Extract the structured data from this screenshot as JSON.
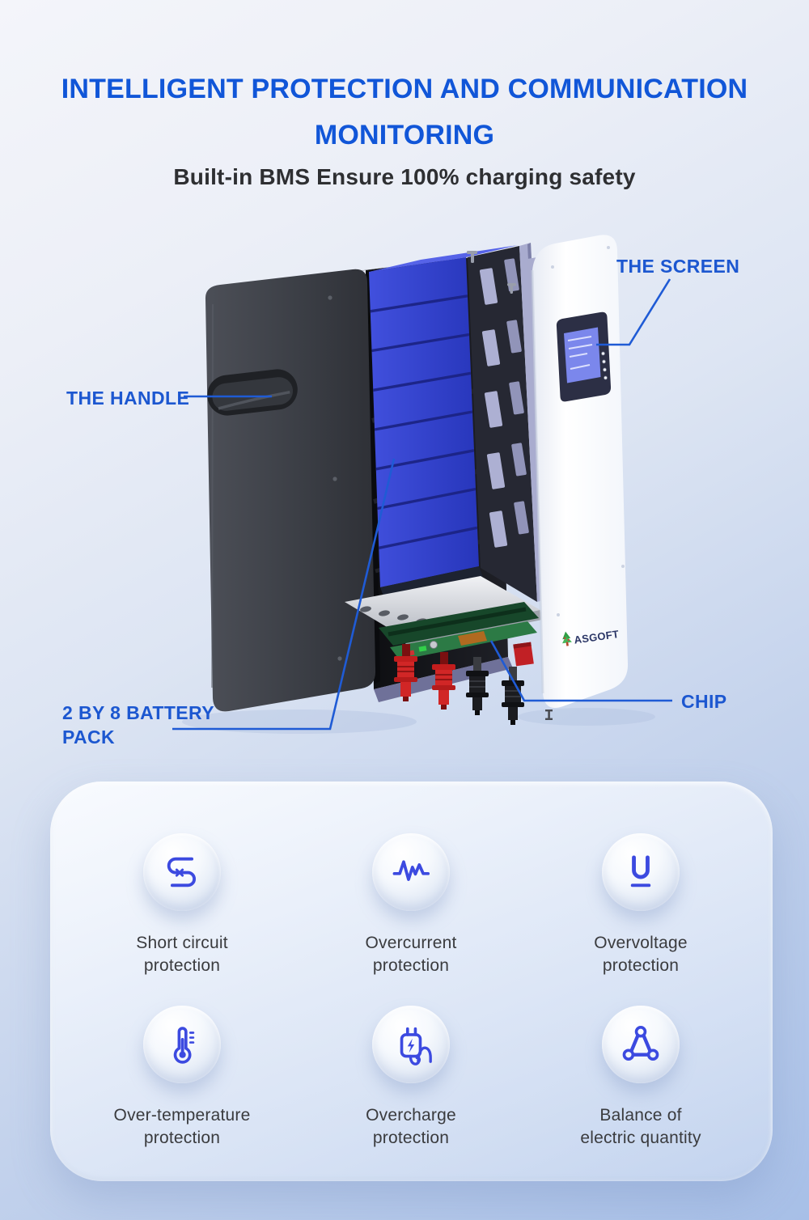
{
  "header": {
    "title_line1": "INTELLIGENT PROTECTION AND COMMUNICATION",
    "title_line2": "MONITORING",
    "subtitle": "Built-in BMS Ensure 100% charging safety"
  },
  "callouts": {
    "screen": {
      "label": "THE SCREEN"
    },
    "handle": {
      "label": "THE HANDLE"
    },
    "battery": {
      "line1": "2 BY 8 BATTERY",
      "line2": "PACK"
    },
    "chip": {
      "label": "CHIP"
    }
  },
  "device": {
    "brand": "ASGOFT"
  },
  "features": [
    {
      "icon": "short-circuit-icon",
      "line1": "Short circuit",
      "line2": "protection"
    },
    {
      "icon": "overcurrent-icon",
      "line1": "Overcurrent",
      "line2": "protection"
    },
    {
      "icon": "overvoltage-icon",
      "line1": "Overvoltage",
      "line2": "protection"
    },
    {
      "icon": "over-temperature-icon",
      "line1": "Over-temperature",
      "line2": "protection"
    },
    {
      "icon": "overcharge-icon",
      "line1": "Overcharge",
      "line2": "protection"
    },
    {
      "icon": "balance-icon",
      "line1": "Balance of",
      "line2": "electric quantity"
    }
  ],
  "colors": {
    "title_blue": "#1156d8",
    "accent_blue": "#1c57d0",
    "icon_blue": "#3c4ae0",
    "text_dark": "#3a3b3e",
    "battery_blue": "#3a49d6",
    "enclosure_dark": "#3f424a",
    "pcb_green": "#2c7a45",
    "background_top": "#f4f5fa",
    "background_bottom": "#a7bfe7"
  }
}
